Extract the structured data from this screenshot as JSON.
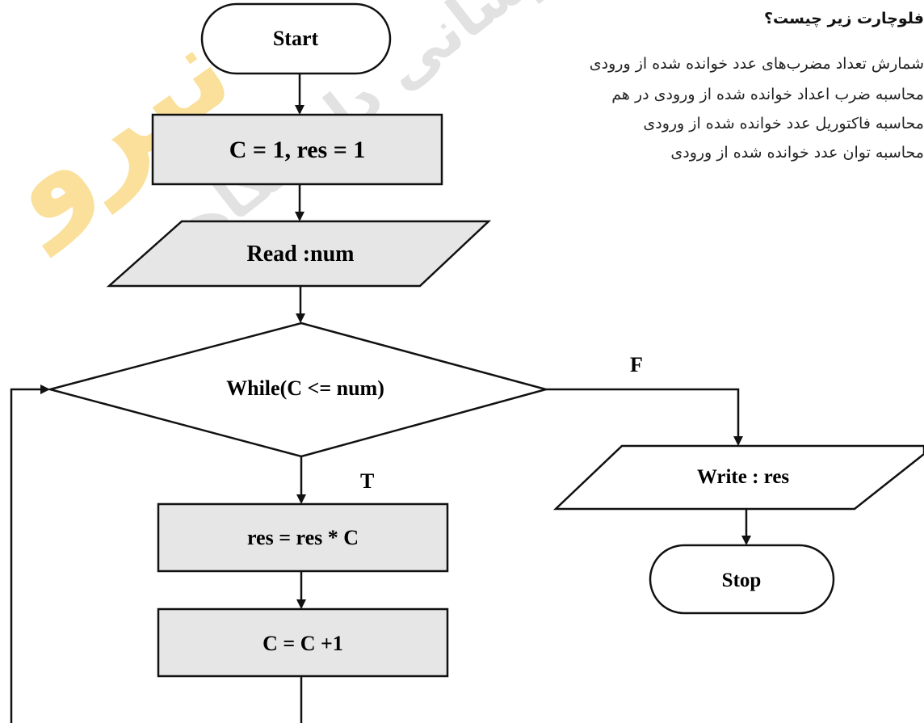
{
  "colors": {
    "process_fill": "#e6e6e6",
    "stroke": "#111111",
    "background": "#ffffff",
    "watermark_gray": "#cccccc",
    "watermark_yellow": "#f7c84a"
  },
  "question": {
    "title": "فلوچارت زیر چیست؟",
    "options": [
      "شمارش تعداد مضرب‌های عدد خوانده شده از ورودی",
      "محاسبه ضرب اعداد خوانده شده از ورودی در هم",
      "محاسبه فاکتوریل عدد خوانده شده از ورودی",
      "محاسبه توان عدد خوانده شده از ورودی"
    ]
  },
  "flowchart": {
    "start": "Start",
    "init": "C = 1,  res = 1",
    "input": "Read :num",
    "condition": "While(C <= num)",
    "true_label": "T",
    "false_label": "F",
    "multiply": "res = res * C",
    "increment": "C = C +1",
    "output": "Write : res",
    "stop": "Stop"
  },
  "watermark": {
    "brand": "نیرو",
    "phrase": "مرجع اطلاع رسانی دانشگاهی"
  }
}
